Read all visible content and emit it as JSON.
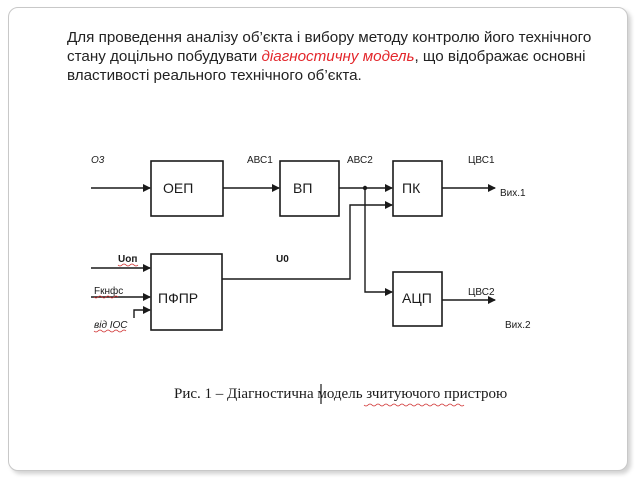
{
  "paragraph": {
    "before": "Для проведення аналізу об’єкта і вибору методу контролю його технічного стану доцільно побудувати ",
    "highlight": "діагностичну модель",
    "after": ", що відображає основні властивості реального технічного об’єкта."
  },
  "colors": {
    "highlight": "#e3262b",
    "text": "#222222"
  },
  "diagram": {
    "blocks": {
      "oep": "ОЕП",
      "vp": "ВП",
      "pk": "ПК",
      "pfpr": "ПФПР",
      "adc": "АЦП"
    },
    "signals": {
      "input_o3": "О3",
      "abc1": "АВС1",
      "abc2": "АВС2",
      "tsbc1": "ЦВС1",
      "out1": "Вих.1",
      "uop": "Uоп",
      "u0": "U0",
      "fknfs": "Fкнфс",
      "vid_ios": "від ІОС",
      "tsbc2": "ЦВС2",
      "out2": "Вих.2"
    },
    "caption": "Рис. 1 – Діагностична модель зчитуючого пристрою"
  }
}
